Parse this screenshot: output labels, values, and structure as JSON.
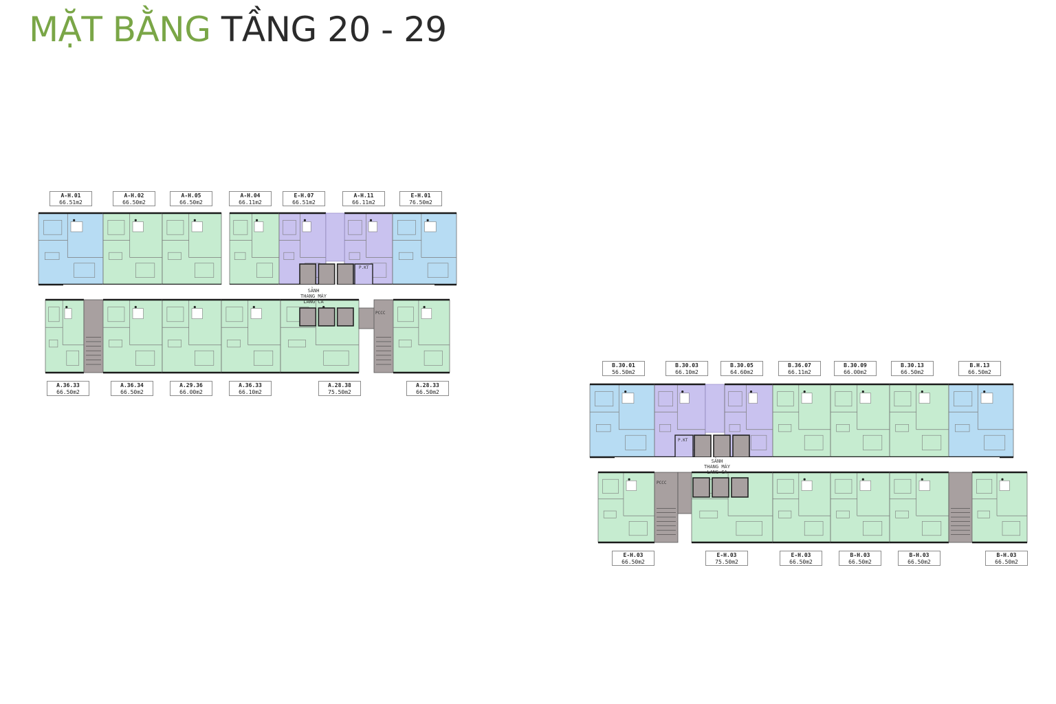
{
  "title": {
    "part1": "MẶT BẰNG",
    "part2": "TẦNG 20 - 29"
  },
  "colors": {
    "blue": "#b7dcf3",
    "green": "#c6ecd0",
    "purple": "#c9c2ef",
    "core": "#a8a0a0",
    "wall": "#1a1a1a",
    "title_green": "#7aa647"
  },
  "plans": [
    {
      "name": "A",
      "core_text": [
        "SẢNH",
        "THANG MÁY",
        "LANG CA"
      ],
      "core_tags": [
        "P.KT",
        "PCCC"
      ],
      "top_labels": [
        {
          "code": "A-H.01",
          "area": "66.51m2"
        },
        {
          "code": "A-H.02",
          "area": "66.50m2"
        },
        {
          "code": "A-H.05",
          "area": "66.50m2"
        },
        {
          "code": "A-H.04",
          "area": "66.11m2"
        },
        {
          "code": "E-H.07",
          "area": "66.51m2"
        },
        {
          "code": "A-H.11",
          "area": "66.11m2"
        },
        {
          "code": "E-H.01",
          "area": "76.50m2"
        }
      ],
      "bottom_labels": [
        {
          "code": "A.36.33",
          "area": "66.50m2"
        },
        {
          "code": "A.36.34",
          "area": "66.50m2"
        },
        {
          "code": "A.29.36",
          "area": "66.00m2"
        },
        {
          "code": "A.36.33",
          "area": "66.10m2"
        },
        {
          "code": "A.28.38",
          "area": "75.50m2"
        },
        {
          "code": "A.28.33",
          "area": "66.50m2"
        }
      ]
    },
    {
      "name": "B",
      "core_text": [
        "SẢNH",
        "THANG MÁY",
        "LANG CA"
      ],
      "core_tags": [
        "P.KT",
        "PCCC"
      ],
      "top_labels": [
        {
          "code": "B.30.01",
          "area": "56.50m2"
        },
        {
          "code": "B.30.03",
          "area": "66.10m2"
        },
        {
          "code": "B.30.05",
          "area": "64.60m2"
        },
        {
          "code": "B.36.07",
          "area": "66.11m2"
        },
        {
          "code": "B.30.09",
          "area": "66.00m2"
        },
        {
          "code": "B.30.13",
          "area": "66.50m2"
        },
        {
          "code": "B.H.13",
          "area": "66.50m2"
        }
      ],
      "bottom_labels": [
        {
          "code": "E-H.03",
          "area": "66.50m2"
        },
        {
          "code": "E-H.03",
          "area": "75.50m2"
        },
        {
          "code": "E-H.03",
          "area": "66.50m2"
        },
        {
          "code": "B-H.03",
          "area": "66.50m2"
        },
        {
          "code": "B-H.03",
          "area": "66.50m2"
        },
        {
          "code": "B-H.03",
          "area": "66.50m2"
        }
      ]
    }
  ]
}
